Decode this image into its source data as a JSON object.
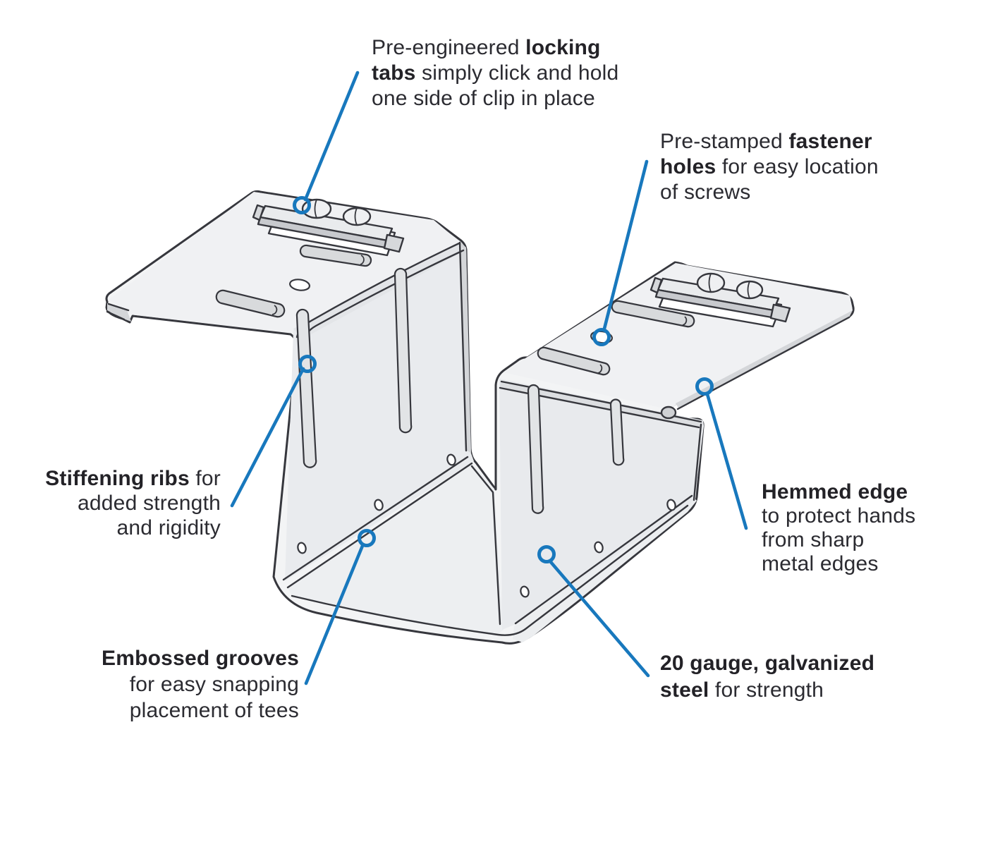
{
  "figure": {
    "kind": "technical line illustration",
    "subject": "sheet-metal ceiling-grid clip (isometric view)"
  },
  "colors": {
    "accent_blue": "#1878bd",
    "ink_line": "#36373d",
    "text": "#2b2b31",
    "metal_light": "#f3f4f5",
    "metal_mid": "#e8eaed",
    "metal_dark": "#d4d6d9"
  },
  "callouts": {
    "locking_tabs": {
      "l1a": "Pre-engineered ",
      "l1b": "locking",
      "l2a": "tabs",
      "l2b": " simply click and hold",
      "l3a": "one side of clip in place"
    },
    "fastener_holes": {
      "l1a": "Pre-stamped ",
      "l1b": "fastener",
      "l2a": "holes",
      "l2b": " for easy location",
      "l3a": "of screws"
    },
    "stiffening_ribs": {
      "l1a": "Stiffening ribs",
      "l1b": " for",
      "l2a": "added strength",
      "l3a": "and rigidity"
    },
    "hemmed_edge": {
      "l1a": "Hemmed edge",
      "l2a": "to protect hands",
      "l3a": "from sharp",
      "l4a": "metal edges"
    },
    "embossed_grooves": {
      "l1a": "Embossed grooves",
      "l2a": "for easy snapping",
      "l3a": "placement of tees"
    },
    "gauge_steel": {
      "l1a": "20 gauge, galvanized",
      "l2a": "steel",
      "l2b": " for strength"
    }
  }
}
